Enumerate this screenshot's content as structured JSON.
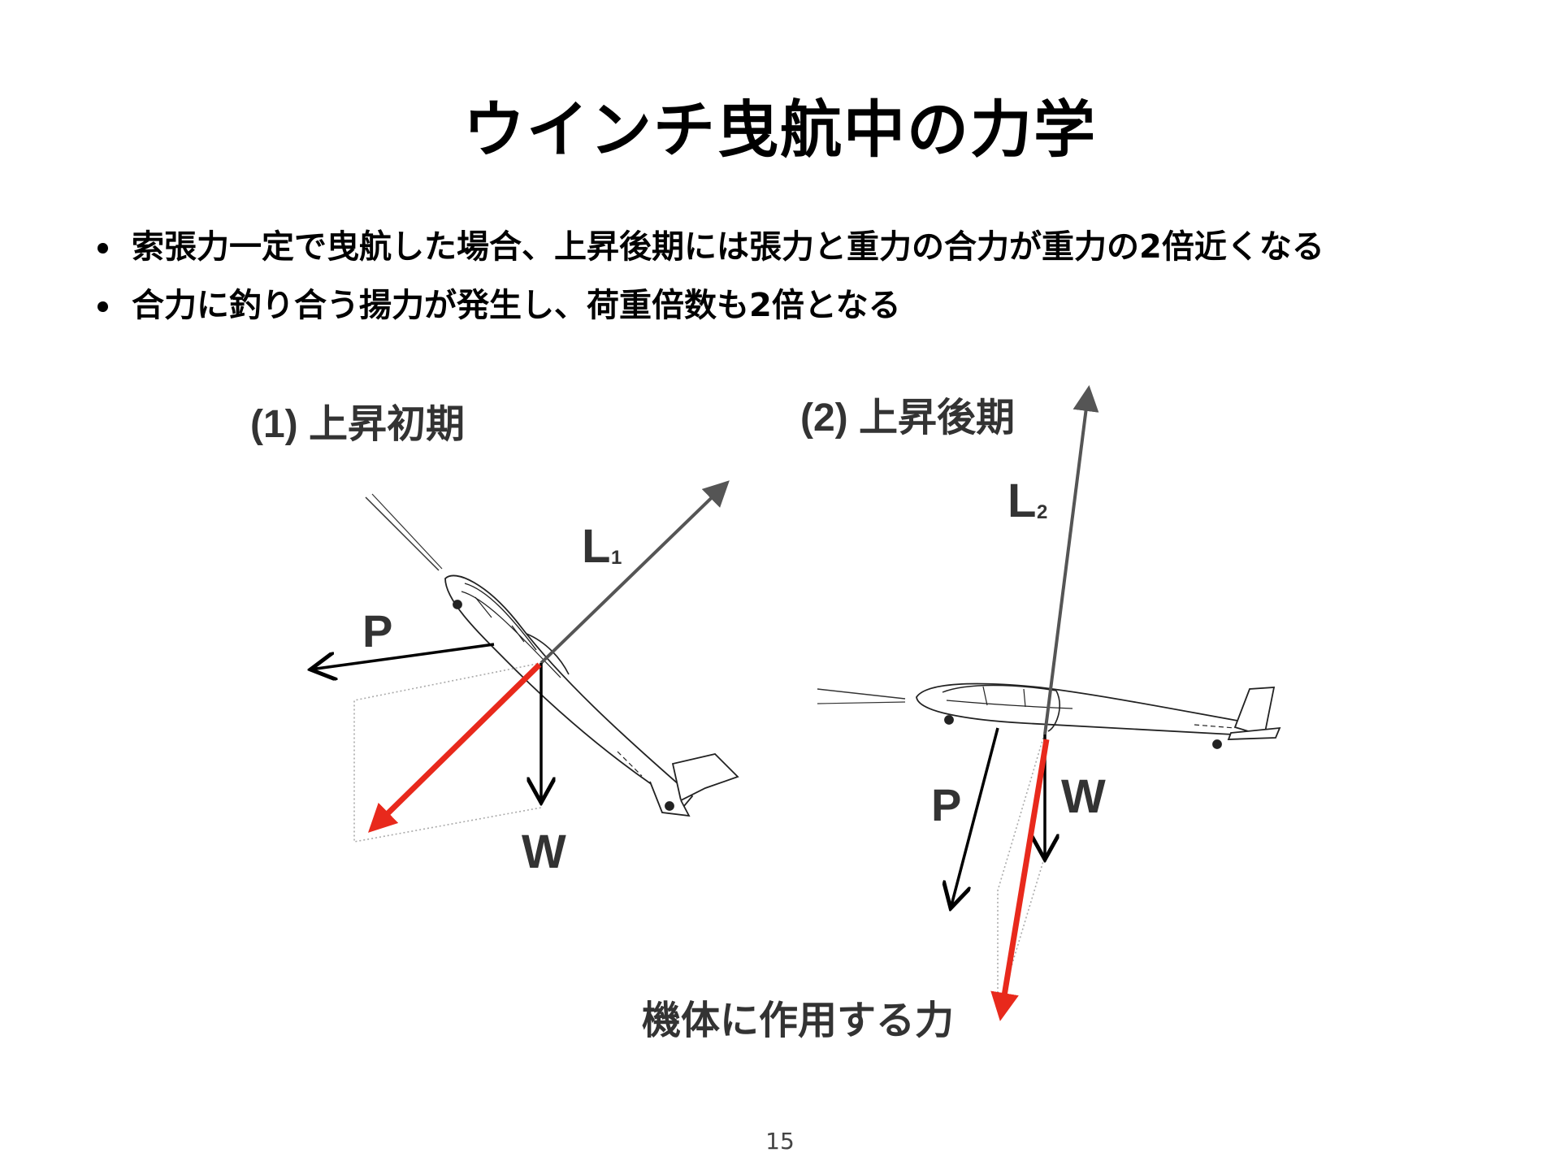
{
  "slide": {
    "title": "ウインチ曳航中の力学",
    "bullets": [
      "索張力一定で曳航した場合、上昇後期には張力と重力の合力が重力の2倍近くなる",
      "合力に釣り合う揚力が発生し、荷重倍数も2倍となる"
    ],
    "page_number": "15"
  },
  "figure": {
    "panel1": {
      "label": "(1) 上昇初期",
      "lift_main": "L",
      "lift_sub": "1",
      "tension": "P",
      "weight": "W"
    },
    "panel2": {
      "label": "(2) 上昇後期",
      "lift_main": "L",
      "lift_sub": "2",
      "tension": "P",
      "weight": "W"
    },
    "resultant_caption": "機体に作用する力",
    "colors": {
      "resultant": "#e8291c",
      "vector": "#000000",
      "lift": "#555555",
      "construction": "#aaaaaa"
    }
  }
}
